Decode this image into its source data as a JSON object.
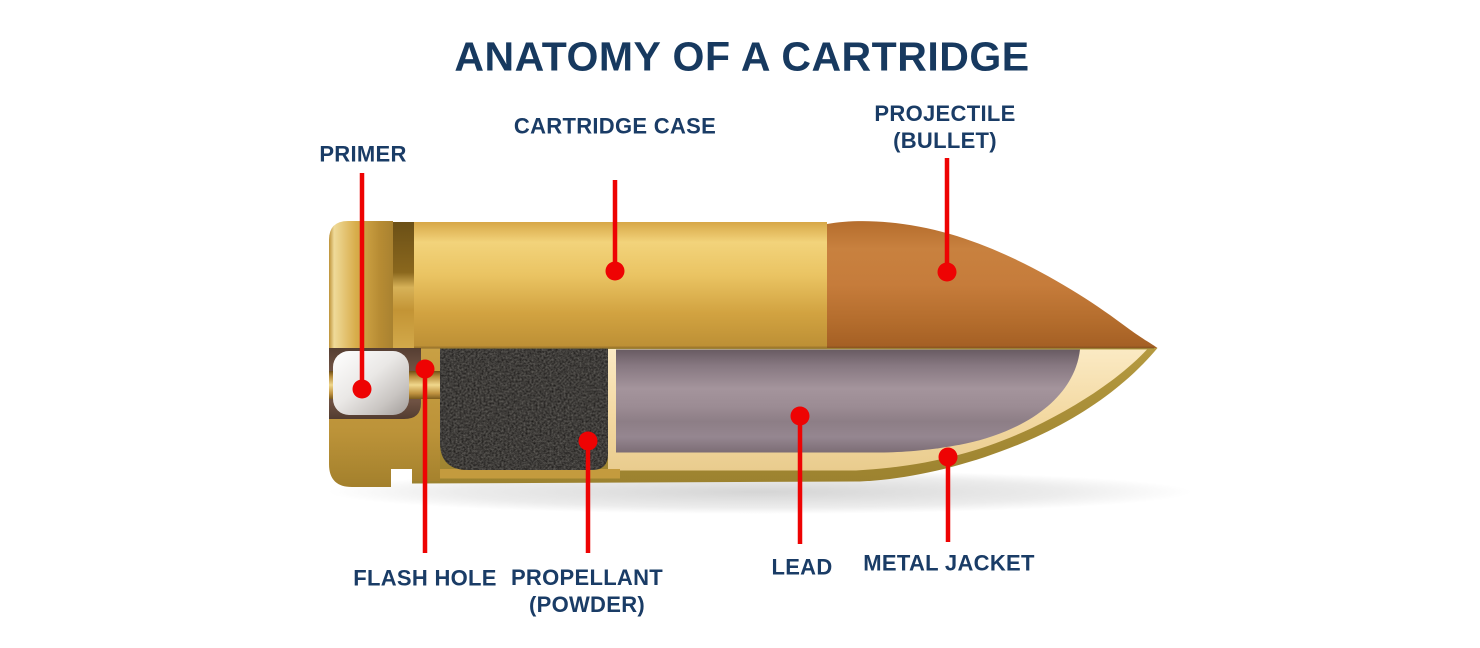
{
  "title": "ANATOMY OF A CARTRIDGE",
  "labels": {
    "primer": {
      "text": "PRIMER"
    },
    "cartridge_case": {
      "text": "CARTRIDGE CASE"
    },
    "projectile": {
      "line1": "PROJECTILE",
      "line2": "(BULLET)"
    },
    "flash_hole": {
      "text": "FLASH HOLE"
    },
    "propellant": {
      "line1": "PROPELLANT",
      "line2": "(POWDER)"
    },
    "lead": {
      "text": "LEAD"
    },
    "metal_jacket": {
      "text": "METAL JACKET"
    }
  },
  "colors": {
    "label_navy": "#1A3C66",
    "marker_red": "#EE0303",
    "case_brass": "#EAC463",
    "bullet_copper": "#C67C3B",
    "lead_gray": "#9C8C94",
    "jacket_cream": "#F3D9A2",
    "propellant_black": "#131110",
    "primer_silver": "#EAE8E6",
    "pocket_brown": "#6F5243"
  }
}
